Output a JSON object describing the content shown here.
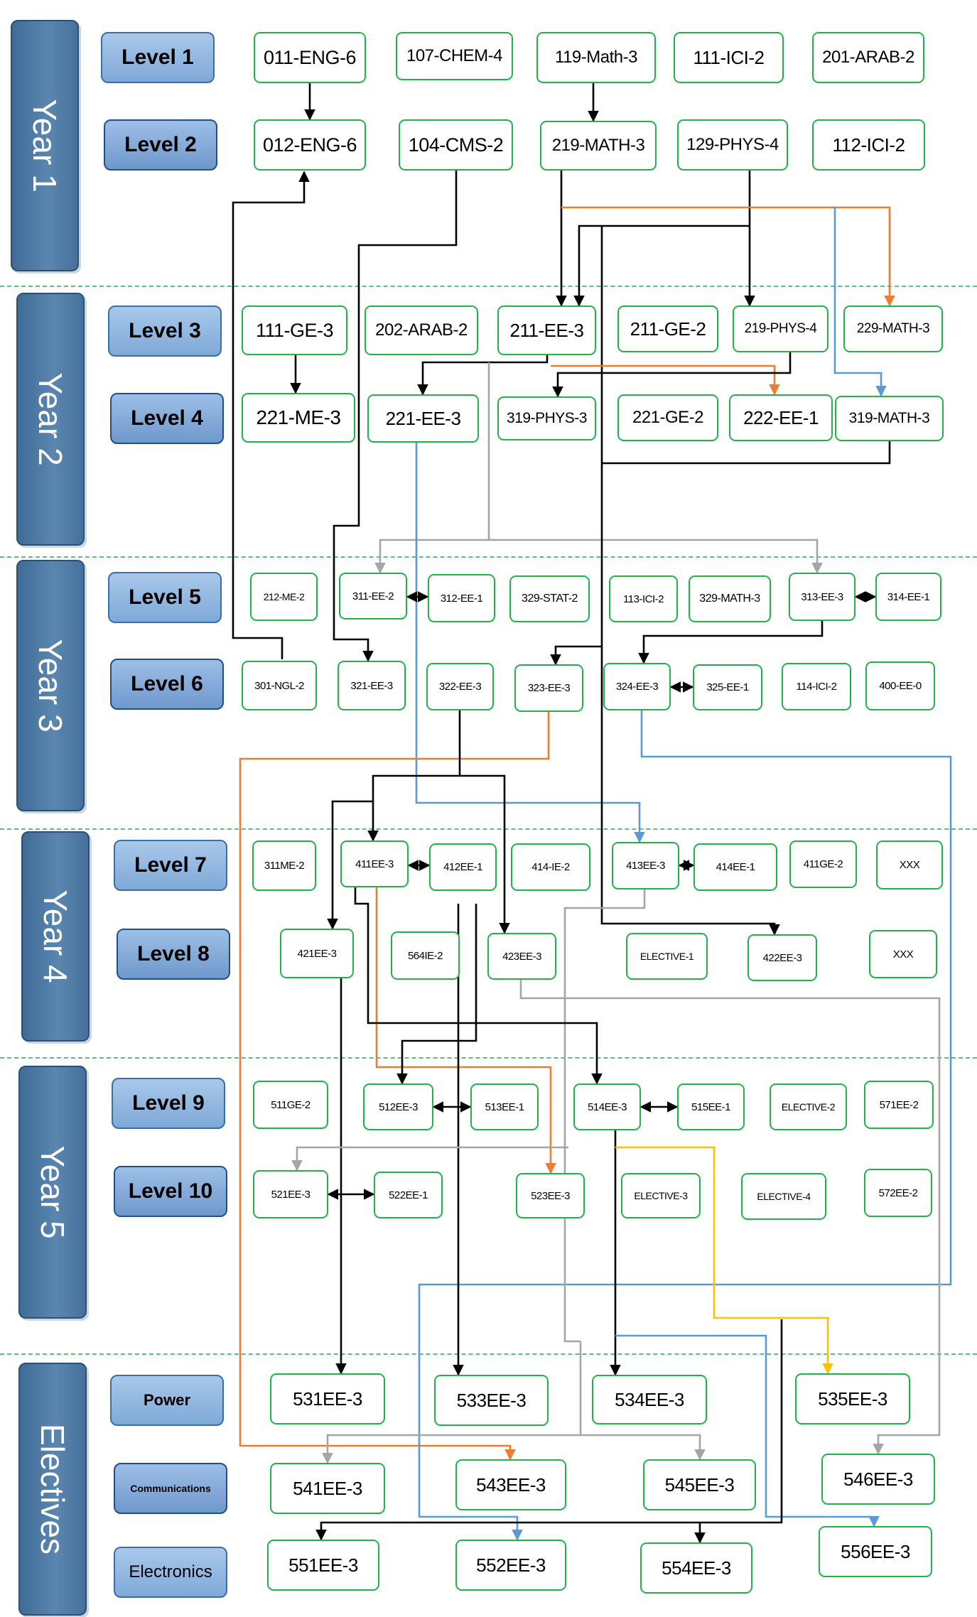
{
  "years": [
    {
      "label": "Year 1"
    },
    {
      "label": "Year 2"
    },
    {
      "label": "Year 3"
    },
    {
      "label": "Year 4"
    },
    {
      "label": "Year 5"
    },
    {
      "label": "Electives"
    }
  ],
  "levels": [
    "Level 1",
    "Level 2",
    "Level 3",
    "Level 4",
    "Level 5",
    "Level 6",
    "Level 7",
    "Level 8",
    "Level 9",
    "Level 10",
    "Power",
    "Communications",
    "Electronics"
  ],
  "courses": {
    "c011eng": "011-ENG-6",
    "c107chem": "107-CHEM-4",
    "c119math": "119-Math-3",
    "c111ici": "111-ICI-2",
    "c201arab": "201-ARAB-2",
    "c012eng": "012-ENG-6",
    "c104cms": "104-CMS-2",
    "c219math": "219-MATH-3",
    "c129phys": "129-PHYS-4",
    "c112ici": "112-ICI-2",
    "c111ge": "111-GE-3",
    "c202arab": "202-ARAB-2",
    "c211ee": "211-EE-3",
    "c211ge": "211-GE-2",
    "c219phys": "219-PHYS-4",
    "c229math": "229-MATH-3",
    "c221me": "221-ME-3",
    "c221ee": "221-EE-3",
    "c319phys": "319-PHYS-3",
    "c221ge": "221-GE-2",
    "c222ee": "222-EE-1",
    "c319math": "319-MATH-3",
    "c212me": "212-ME-2",
    "c311ee": "311-EE-2",
    "c312ee": "312-EE-1",
    "c329stat": "329-STAT-2",
    "c113ici": "113-ICI-2",
    "c329math": "329-MATH-3",
    "c313ee": "313-EE-3",
    "c314ee": "314-EE-1",
    "c301ngl": "301-NGL-2",
    "c321ee": "321-EE-3",
    "c322ee": "322-EE-3",
    "c323ee": "323-EE-3",
    "c324ee": "324-EE-3",
    "c325ee": "325-EE-1",
    "c114ici": "114-ICI-2",
    "c400ee": "400-EE-0",
    "c311me": "311ME-2",
    "c411ee": "411EE-3",
    "c412ee": "412EE-1",
    "c414ie": "414-IE-2",
    "c413ee": "413EE-3",
    "c414ee": "414EE-1",
    "c411ge": "411GE-2",
    "cxxx1": "XXX",
    "c421ee": "421EE-3",
    "c564ie": "564IE-2",
    "c423ee": "423EE-3",
    "celective1": "ELECTIVE-1",
    "c422ee": "422EE-3",
    "cxxx2": "XXX",
    "c511ge": "511GE-2",
    "c512ee": "512EE-3",
    "c513ee": "513EE-1",
    "c514ee": "514EE-3",
    "c515ee": "515EE-1",
    "celective2": "ELECTIVE-2",
    "c571ee": "571EE-2",
    "c521ee": "521EE-3",
    "c522ee": "522EE-1",
    "c523ee": "523EE-3",
    "celective3": "ELECTIVE-3",
    "celective4": "ELECTIVE-4",
    "c572ee": "572EE-2",
    "c531ee": "531EE-3",
    "c533ee": "533EE-3",
    "c534ee": "534EE-3",
    "c535ee": "535EE-3",
    "c541ee": "541EE-3",
    "c543ee": "543EE-3",
    "c545ee": "545EE-3",
    "c546ee": "546EE-3",
    "c551ee": "551EE-3",
    "c552ee": "552EE-3",
    "c554ee": "554EE-3",
    "c556ee": "556EE-3"
  },
  "colors": {
    "year_band": "#4d79a3",
    "course_border": "#22b24c",
    "divider": "#5fbf7a",
    "black": "#000000",
    "orange": "#ee7d31",
    "blue": "#5b9bd5",
    "gray": "#a5a5a5",
    "yellow": "#ffc000"
  }
}
